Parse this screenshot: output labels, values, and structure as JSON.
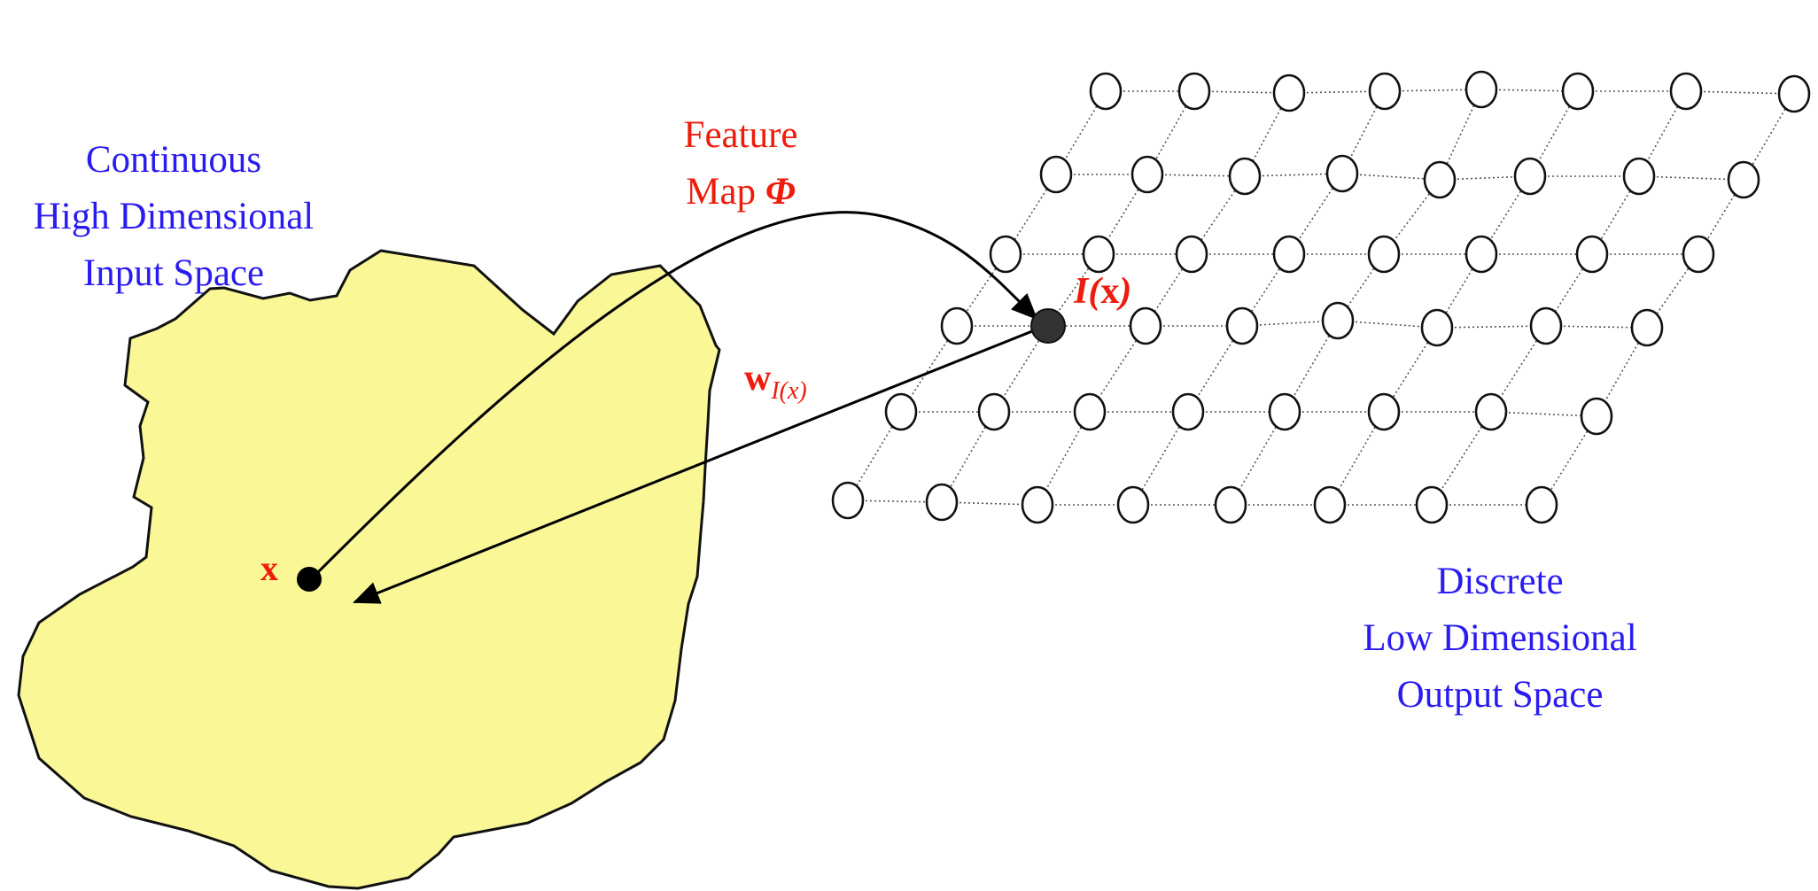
{
  "input_space": {
    "line1": "Continuous",
    "line2": "High Dimensional",
    "line3": "Input Space"
  },
  "output_space": {
    "line1": "Discrete",
    "line2": "Low Dimensional",
    "line3": "Output Space"
  },
  "feature_map": {
    "line1": "Feature",
    "line2_text": "Map ",
    "line2_symbol": "Φ"
  },
  "input_point": {
    "label": "x"
  },
  "winner_node": {
    "label_italic": "I(",
    "label_bold": "x",
    "label_close": ")"
  },
  "weight_vector": {
    "label_main": "w",
    "label_subscript": "I(x)"
  },
  "lattice": {
    "rows": 6,
    "columns": 8
  },
  "colors": {
    "region_fill": "#faf797",
    "space_labels": "#2a1cf0",
    "map_labels": "#ee1c0c"
  }
}
